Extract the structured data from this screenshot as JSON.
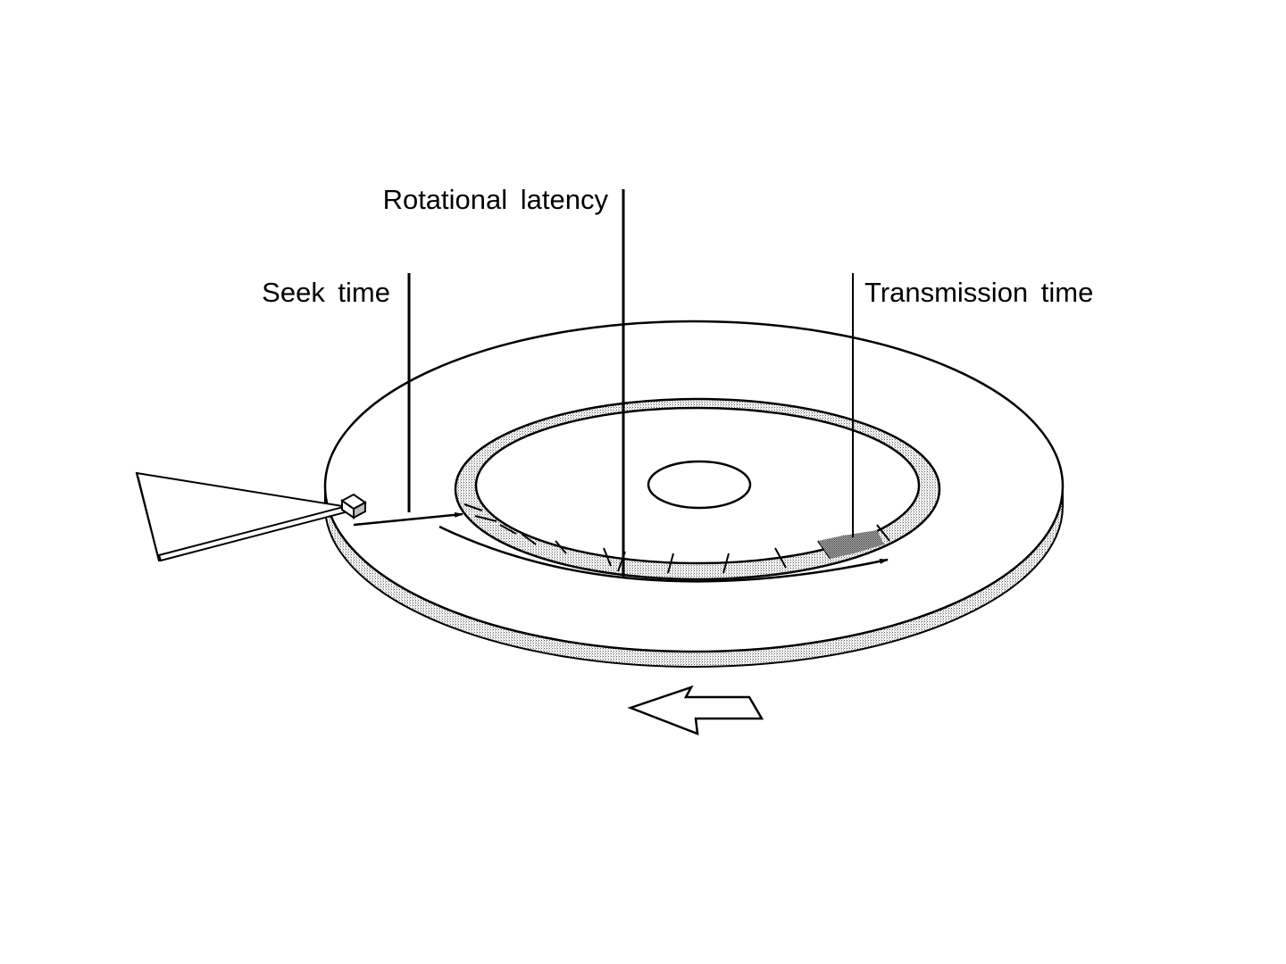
{
  "labels": {
    "seek_time": "Seek time",
    "rotational_latency": "Rotational latency",
    "transmission_time": "Transmission time"
  },
  "colors": {
    "ink": "#000000",
    "background": "#ffffff",
    "stipple_light": "#d9d9d9",
    "stipple_dark": "#a8a8a8"
  }
}
